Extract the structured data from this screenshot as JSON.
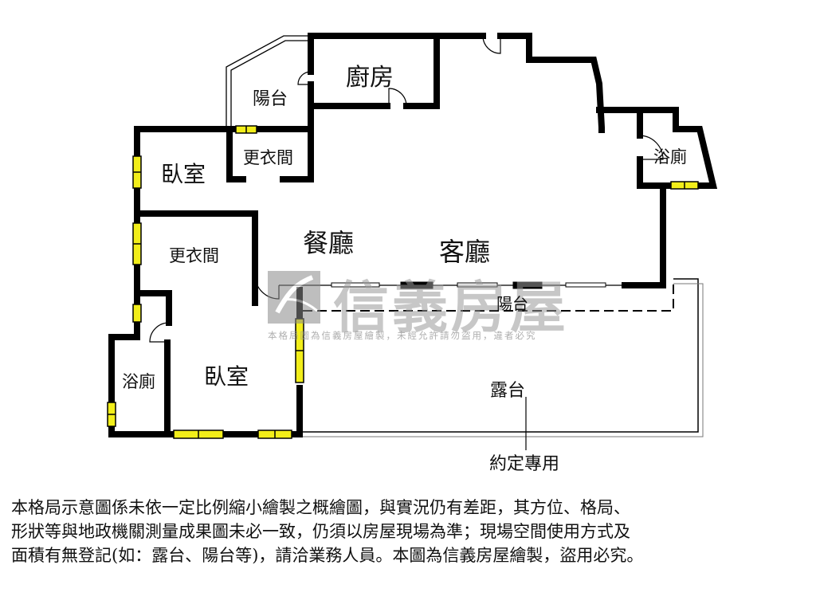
{
  "floor_plan": {
    "rooms": {
      "kitchen": "廚房",
      "balcony_top": "陽台",
      "closet_top": "更衣間",
      "bedroom_top": "臥室",
      "bathroom_right": "浴廁",
      "dining": "餐廳",
      "living": "客廳",
      "closet_left": "更衣間",
      "balcony_front": "陽台",
      "bathroom_left": "浴廁",
      "bedroom_bottom": "臥室",
      "terrace": "露台",
      "terrace_note": "約定專用"
    },
    "watermark": {
      "brand": "信義房屋",
      "notice": "本格局圖為信義房屋繪製，未經允許請勿盜用，違者必究"
    },
    "colors": {
      "wall": "#000000",
      "window": "#f2ee1a",
      "watermark": "#9a9a9a"
    }
  },
  "disclaimer": {
    "lines": [
      "本格局示意圖係未依一定比例縮小繪製之概繪圖，與實況仍有差距，其方位、格局、",
      "形狀等與地政機關測量成果圖未必一致，仍須以房屋現場為準；現場空間使用方式及",
      "面積有無登記(如：露台、陽台等)，請洽業務人員。本圖為信義房屋繪製，盜用必究。"
    ]
  }
}
